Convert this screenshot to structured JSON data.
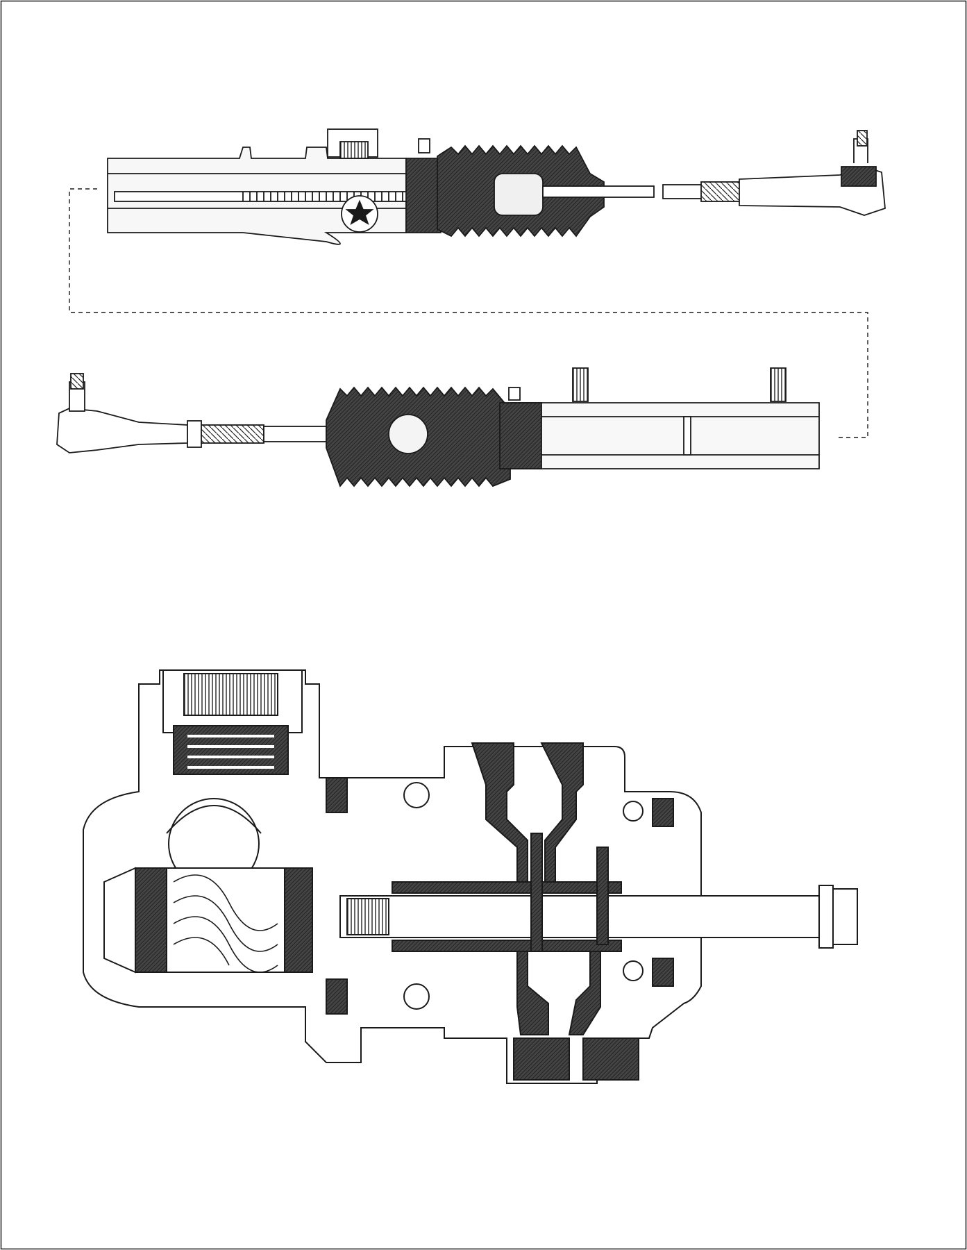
{
  "figure": {
    "panels": [
      {
        "id": "upper-rack-section"
      },
      {
        "id": "lower-cylinder-section"
      },
      {
        "id": "pinion-valve-section"
      }
    ],
    "colors": {
      "line": "#1a1a1a",
      "section_fill": "#3a3a3a",
      "light_fill": "#f2f2f2",
      "paper": "#ffffff"
    }
  }
}
